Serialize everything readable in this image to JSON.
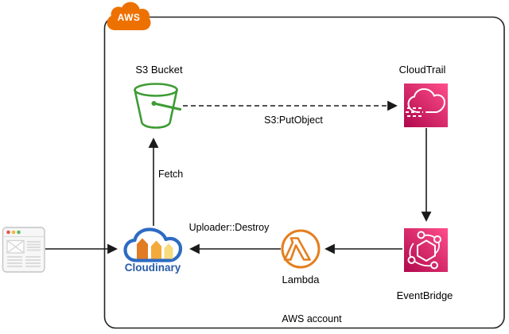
{
  "boundary": {
    "logo": "AWS",
    "account_label": "AWS account"
  },
  "nodes": {
    "s3": {
      "label": "S3 Bucket",
      "icon": "s3-bucket-icon"
    },
    "cloudtrail": {
      "label": "CloudTrail",
      "icon": "cloudtrail-icon"
    },
    "eventbridge": {
      "label": "EventBridge",
      "icon": "eventbridge-icon"
    },
    "lambda": {
      "label": "Lambda",
      "icon": "lambda-icon"
    },
    "cloudinary": {
      "label": "Cloudinary",
      "icon": "cloudinary-logo"
    },
    "browser": {
      "icon": "browser-window-icon"
    }
  },
  "edges": [
    {
      "from": "s3",
      "to": "cloudtrail",
      "label": "S3:PutObject",
      "style": "dashed"
    },
    {
      "from": "cloudtrail",
      "to": "eventbridge",
      "label": "",
      "style": "solid"
    },
    {
      "from": "eventbridge",
      "to": "lambda",
      "label": "",
      "style": "solid"
    },
    {
      "from": "lambda",
      "to": "cloudinary",
      "label": "Uploader::Destroy",
      "style": "solid"
    },
    {
      "from": "cloudinary",
      "to": "s3",
      "label": "Fetch",
      "style": "solid"
    },
    {
      "from": "browser",
      "to": "cloudinary",
      "label": "",
      "style": "solid"
    }
  ],
  "colors": {
    "aws_orange": "#ED7100",
    "s3_green": "#3E9C35",
    "pink_dark": "#B0084D",
    "pink_light": "#FF4F8B",
    "lambda_orange": "#E57E1E",
    "cloudinary_blue": "#2D6BC3",
    "cloudinary_text": "#2A5CA8",
    "tower_1": "#E17B24",
    "tower_2": "#F3A93C",
    "tower_3": "#F6DC7D",
    "line": "#1A1A1A",
    "boundary_border": "#232323"
  }
}
